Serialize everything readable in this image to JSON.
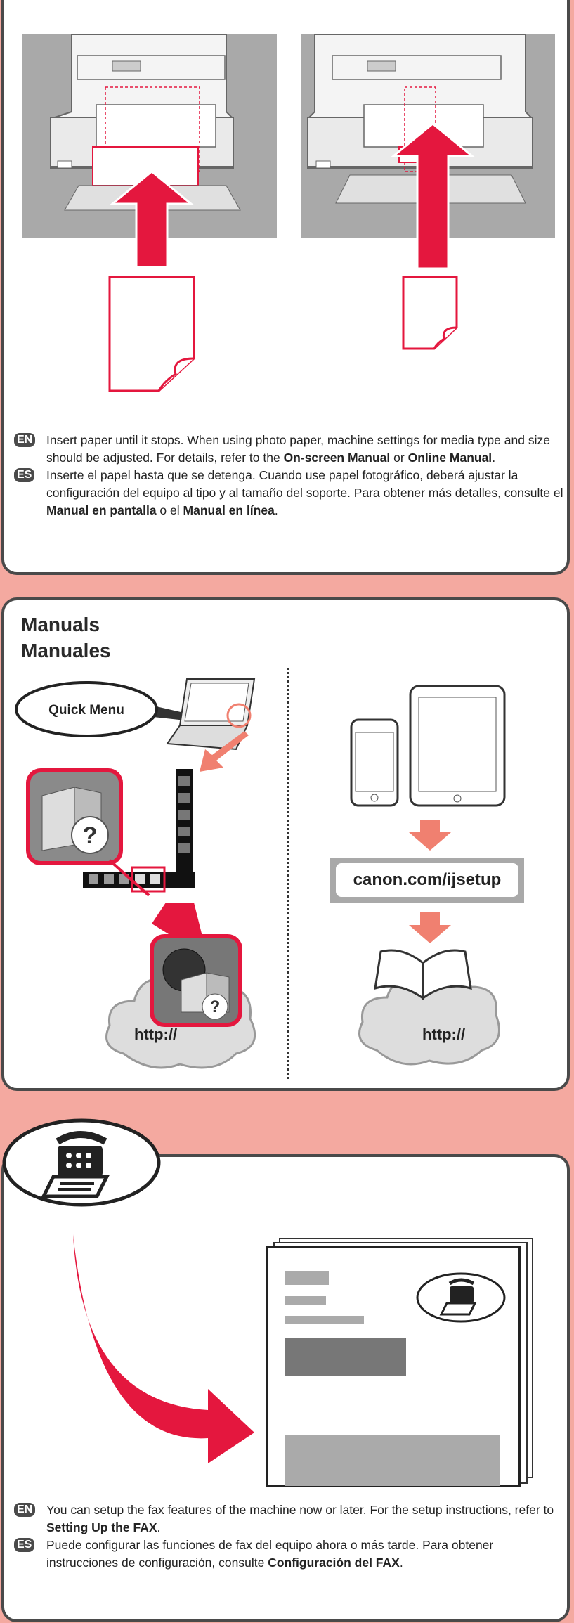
{
  "section1": {
    "en_tag": "EN",
    "en_a": "Insert paper until it stops. When using photo paper, machine settings for media type and size should be adjusted. For details, refer to the ",
    "en_b": "On-screen Manual",
    "en_c": " or ",
    "en_d": "Online Manual",
    "en_e": ".",
    "es_tag": "ES",
    "es_a": "Inserte el papel hasta que se detenga. Cuando use papel fotográfico, deberá ajustar la configuración del equipo al tipo y al tamaño del soporte. Para obtener más detalles, consulte el ",
    "es_b": "Manual en pantalla",
    "es_c": " o el ",
    "es_d": "Manual en línea",
    "es_e": "."
  },
  "section2": {
    "title_en": "Manuals",
    "title_es": "Manuales",
    "quick_menu": "Quick Menu",
    "url": "canon.com/ijsetup",
    "http_left": "http://",
    "http_right": "http://"
  },
  "section3": {
    "en_tag": "EN",
    "en_a": "You can setup the fax features of the machine now or later. For the setup instructions, refer to ",
    "en_b": "Setting Up the FAX",
    "en_c": ".",
    "es_tag": "ES",
    "es_a": "Puede configurar las funciones de fax del equipo ahora o más tarde. Para obtener instrucciones de configuración, consulte ",
    "es_b": "Configuración del FAX",
    "es_c": "."
  },
  "colors": {
    "accent_red": "#e4173e",
    "arrow_salmon": "#f08070",
    "panel_border": "#4a4a4a",
    "background": "#f4a9a0"
  }
}
